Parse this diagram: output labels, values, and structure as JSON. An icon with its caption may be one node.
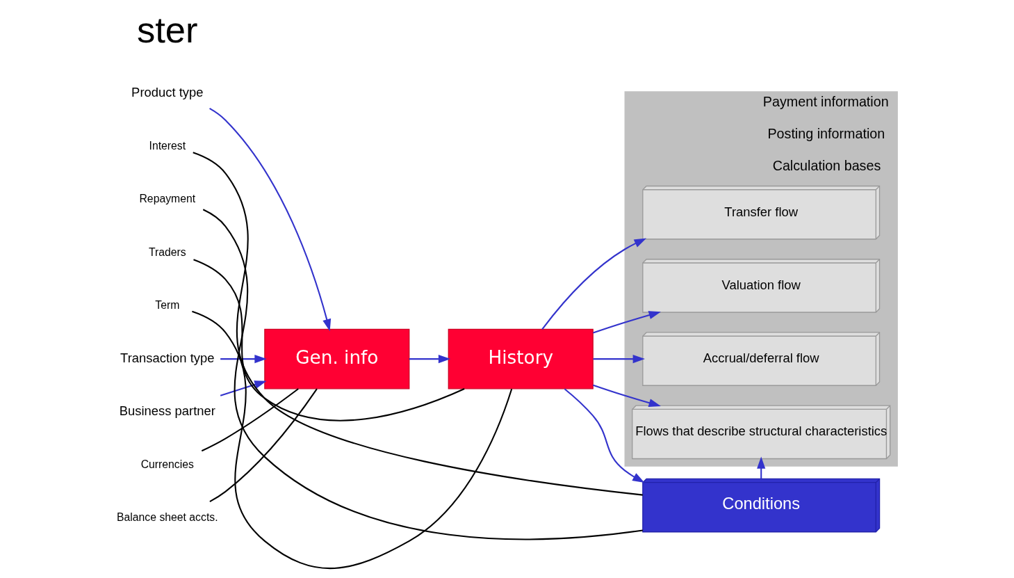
{
  "diagram": {
    "nodes": [
      {
        "text": [
          "Product type"
        ]
      },
      {
        "text": [
          "Transaction type"
        ]
      },
      {
        "text": [
          "Business partner"
        ]
      },
      {
        "text": [
          "Gen. info"
        ]
      },
      {
        "text": [
          "History"
        ]
      },
      {
        "text": [
          "Payment information",
          "Posting information",
          "Calculation bases"
        ]
      },
      {
        "text": [
          "Transfer flow"
        ],
        "in": 5
      },
      {
        "text": [
          "Valuation flow"
        ],
        "in": 5
      },
      {
        "text": [
          "Accrual/deferral flow"
        ],
        "in": 5
      },
      {
        "text": [
          "Flows that describe structural characteristics"
        ],
        "in": 5
      },
      {
        "text": [
          "Conditions"
        ]
      },
      {
        "text": [
          "Currencies"
        ]
      },
      {
        "text": [
          "Balance sheet accts."
        ]
      },
      {
        "text": [
          "Traders"
        ]
      },
      {
        "text": [
          "Term"
        ]
      },
      {
        "text": [
          "Interest"
        ]
      },
      {
        "text": [
          "Repayment"
        ]
      }
    ],
    "edges": [
      {
        "from": 0,
        "to": 3,
        "arrow": "to"
      },
      {
        "from": 1,
        "to": 3,
        "arrow": "to"
      },
      {
        "from": 2,
        "to": 3,
        "arrow": "to"
      },
      {
        "from": 3,
        "to": 4,
        "arrow": "to"
      },
      {
        "from": 4,
        "to": 6,
        "arrow": "to"
      },
      {
        "from": 4,
        "to": 7,
        "arrow": "to"
      },
      {
        "from": 4,
        "to": 8,
        "arrow": "to"
      },
      {
        "from": 4,
        "to": 9,
        "arrow": "to"
      },
      {
        "from": 4,
        "to": 10,
        "arrow": "to"
      },
      {
        "from": 10,
        "to": 9,
        "arrow": "to"
      },
      {
        "from": 11,
        "to": 3,
        "arrow": "none",
        "color": "#000000"
      },
      {
        "from": 12,
        "to": 3,
        "arrow": "none",
        "color": "#000000"
      },
      {
        "from": 13,
        "to": 4,
        "arrow": "none",
        "color": "#000000"
      },
      {
        "from": 14,
        "to": 4,
        "arrow": "none",
        "color": "#000000"
      },
      {
        "from": 15,
        "to": 10,
        "arrow": "none",
        "color": "#000000"
      },
      {
        "from": 16,
        "to": 10,
        "arrow": "none",
        "color": "#000000"
      }
    ],
    "labels": [
      "ster"
    ]
  }
}
